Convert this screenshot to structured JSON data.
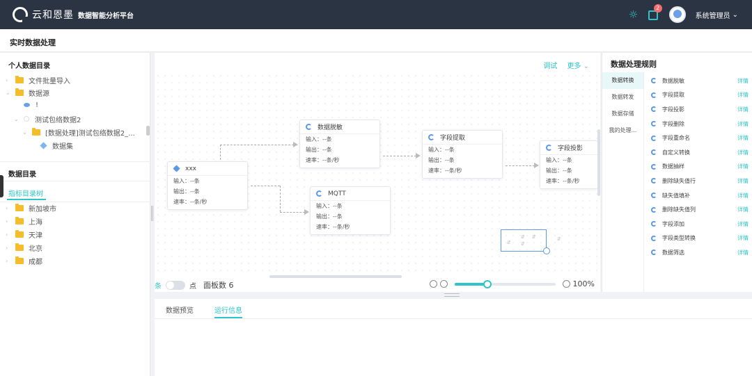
{
  "header": {
    "brand": "云和恩墨",
    "platform": "数据智能分析平台",
    "notification_count": "2",
    "username": "系统管理员"
  },
  "page": {
    "title": "实时数据处理"
  },
  "personal_catalog": {
    "title": "个人数据目录",
    "items": [
      {
        "label": "文件批量导入"
      },
      {
        "label": "数据源"
      },
      {
        "label": "!"
      },
      {
        "label": "测试包络数据2"
      },
      {
        "label": "[数据处理]测试包络数据2_..."
      },
      {
        "label": "数据集"
      }
    ]
  },
  "data_catalog": {
    "title": "数据目录",
    "tab": "指标目录树",
    "items": [
      {
        "label": "新加坡市"
      },
      {
        "label": "上海"
      },
      {
        "label": "天津"
      },
      {
        "label": "北京"
      },
      {
        "label": "成都"
      }
    ]
  },
  "canvas": {
    "tools": {
      "debug": "调试",
      "more": "更多"
    },
    "input_label": "输入：--条",
    "output_label": "输出：--条",
    "rate_label": "速率：--条/秒",
    "nodes": [
      {
        "name": "xxx"
      },
      {
        "name": "数据脱敏"
      },
      {
        "name": "MQTT"
      },
      {
        "name": "字段提取"
      },
      {
        "name": "字段投影"
      }
    ],
    "footer": {
      "left_label": "条",
      "right_label": "点",
      "panel_count": "面板数 6",
      "zoom": "100%"
    },
    "zoom_level": 0.33
  },
  "rules": {
    "title": "数据处理规则",
    "categories": [
      {
        "label": "数据转换"
      },
      {
        "label": "数据转发"
      },
      {
        "label": "数据存储"
      },
      {
        "label": "我的处理..."
      }
    ],
    "detail_label": "详情",
    "items": [
      {
        "label": "数据脱敏"
      },
      {
        "label": "字段提取"
      },
      {
        "label": "字段投影"
      },
      {
        "label": "字段删除"
      },
      {
        "label": "字段重命名"
      },
      {
        "label": "自定义转换"
      },
      {
        "label": "数据抽样"
      },
      {
        "label": "删除缺失值行"
      },
      {
        "label": "缺失值填补"
      },
      {
        "label": "删除缺失值列"
      },
      {
        "label": "字段添加"
      },
      {
        "label": "字段类型转换"
      },
      {
        "label": "数据筛选"
      }
    ]
  },
  "bottom": {
    "tabs": [
      {
        "label": "数据预览"
      },
      {
        "label": "运行信息"
      }
    ]
  }
}
